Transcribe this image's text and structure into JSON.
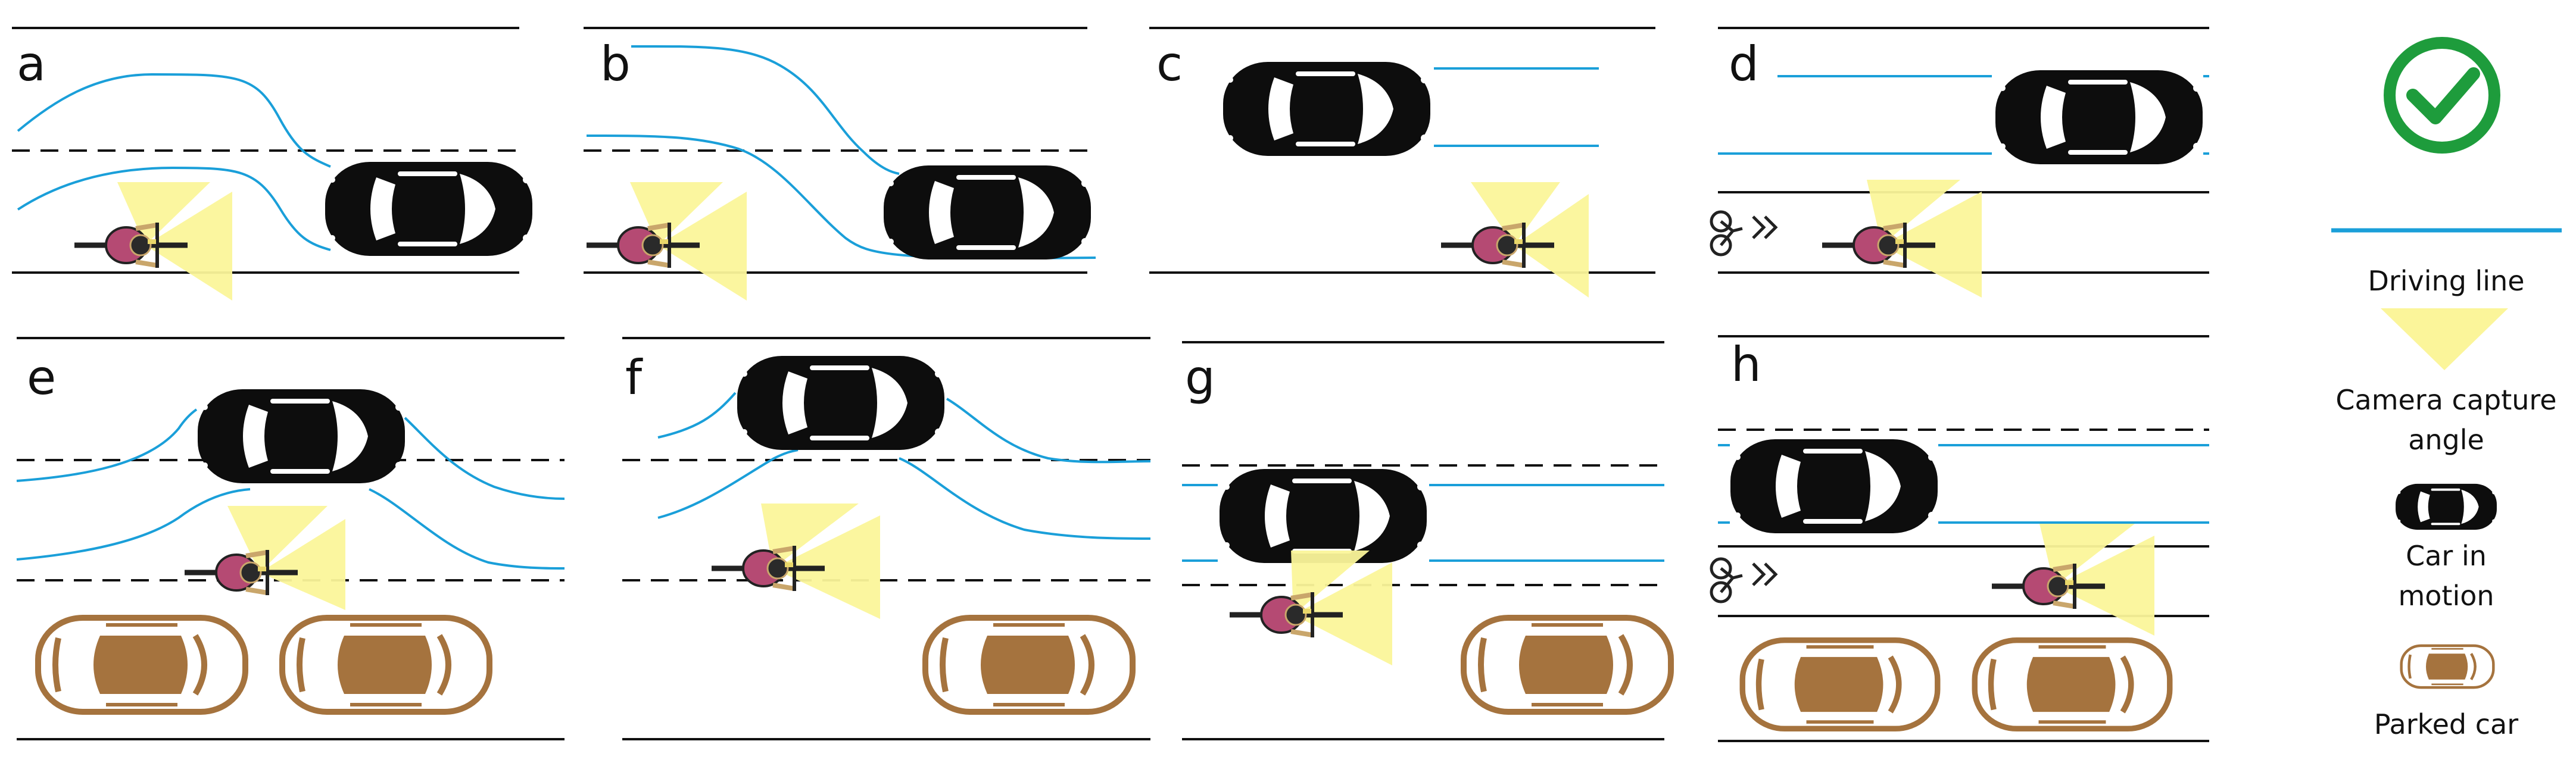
{
  "panels": [
    {
      "label": "a"
    },
    {
      "label": "b"
    },
    {
      "label": "c"
    },
    {
      "label": "d"
    },
    {
      "label": "e"
    },
    {
      "label": "f"
    },
    {
      "label": "g"
    },
    {
      "label": "h"
    }
  ],
  "legend": {
    "check_icon": "check-circle-icon",
    "driving_line": "Driving line",
    "camera_line1": "Camera capture",
    "camera_line2": "angle",
    "moving_line1": "Car in",
    "moving_line2": "motion",
    "parked": "Parked car"
  },
  "colors": {
    "driving_line": "#1a9fd9",
    "camera": "#fbf59a",
    "moving_car": "#0d0d0d",
    "parked_car": "#a5733e",
    "check": "#1e9c3c",
    "cyclist_shirt": "#b54a73"
  },
  "icons": [
    "car-in-motion-icon",
    "parked-car-icon",
    "cyclist-icon",
    "bike-lane-icon",
    "camera-cone-icon",
    "check-circle-icon"
  ]
}
